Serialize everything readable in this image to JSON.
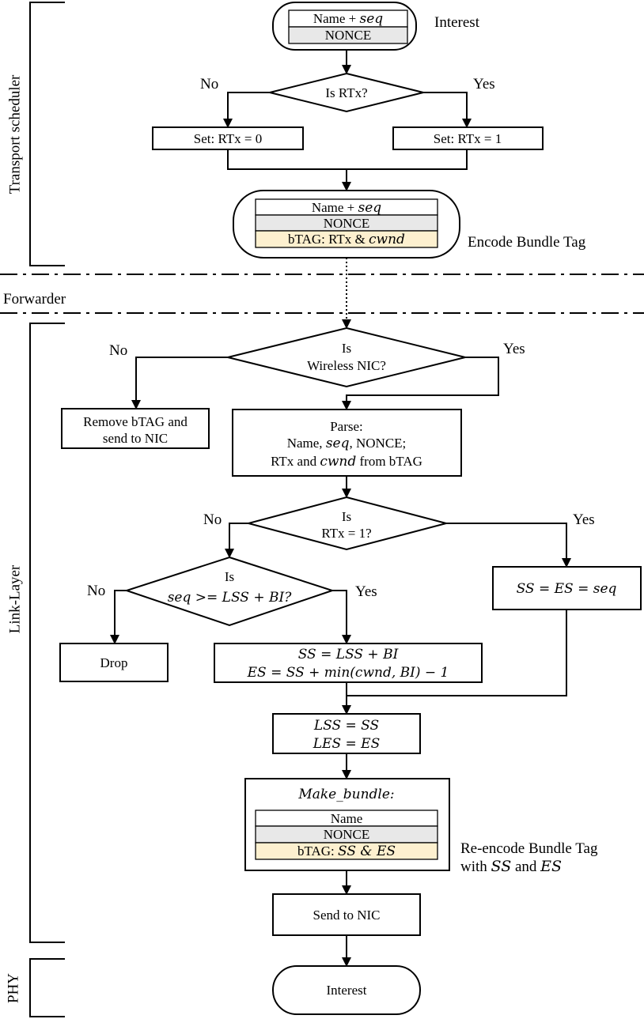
{
  "sections": {
    "transport": "Transport scheduler",
    "forwarder": "Forwarder",
    "link_layer": "Link-Layer",
    "phy": "PHY"
  },
  "packet_top": {
    "name": "Name + ",
    "name_var": "seq",
    "nonce": "NONCE",
    "label": "Interest"
  },
  "decision_rtx": {
    "text": "Is RTx?",
    "no": "No",
    "yes": "Yes"
  },
  "set_rtx0": "Set: RTx = 0",
  "set_rtx1": "Set: RTx = 1",
  "packet_encoded": {
    "name": "Name + ",
    "name_var": "seq",
    "nonce": "NONCE",
    "btag": "bTAG: RTx & ",
    "btag_var": "cwnd",
    "label": "Encode Bundle Tag"
  },
  "decision_wireless": {
    "line1": "Is",
    "line2": "Wireless NIC?",
    "no": "No",
    "yes": "Yes"
  },
  "remove_btag": {
    "line1": "Remove bTAG and",
    "line2": "send to NIC"
  },
  "parse": {
    "line1": "Parse:",
    "line2a": "Name, ",
    "line2b": "seq",
    "line2c": ", NONCE;",
    "line3a": "RTx and ",
    "line3b": "cwnd",
    "line3c": " from bTAG"
  },
  "decision_rtx1": {
    "line1": "Is",
    "line2": "RTx = 1?",
    "no": "No",
    "yes": "Yes"
  },
  "decision_seq": {
    "line1": "Is",
    "line2": "seq >= LSS + BI?",
    "no": "No",
    "yes": "Yes"
  },
  "ss_es_seq": "SS = ES = seq",
  "drop": "Drop",
  "compute": {
    "line1": "SS = LSS + BI",
    "line2": "ES = SS + min(cwnd, BI) − 1"
  },
  "update": {
    "line1": "LSS = SS",
    "line2": "LES = ES"
  },
  "make_bundle": {
    "title": "Make_bundle:",
    "name": "Name",
    "nonce": "NONCE",
    "btag": "bTAG: ",
    "btag_var": "SS & ES"
  },
  "reencode": {
    "line1": "Re-encode Bundle Tag",
    "line2a": "with ",
    "line2b": "SS",
    "line2c": " and ",
    "line2d": "ES"
  },
  "send_nic": "Send to NIC",
  "interest_end": "Interest",
  "colors": {
    "header_gray": "#e8e8e8",
    "btag_yellow": "#fdf0cf",
    "stroke": "#000000"
  }
}
